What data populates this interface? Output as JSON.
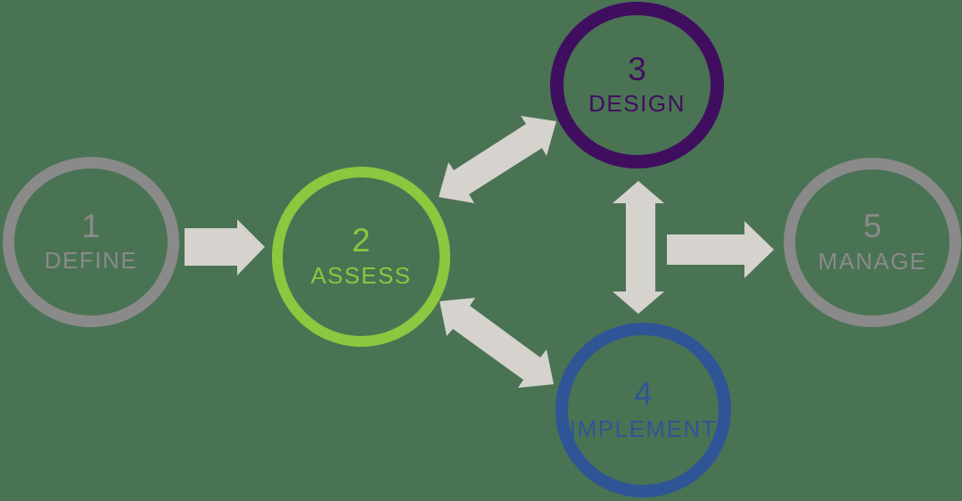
{
  "diagram": {
    "name": "five-stage-process-flow",
    "background_color": "#4a7354",
    "arrow_color": "#d6d3ce",
    "stages": [
      {
        "number": "1",
        "label": "DEFINE",
        "color": "#8a8a8a"
      },
      {
        "number": "2",
        "label": "ASSESS",
        "color": "#8dc63f"
      },
      {
        "number": "3",
        "label": "DESIGN",
        "color": "#400e5f"
      },
      {
        "number": "4",
        "label": "IMPLEMENT",
        "color": "#2f5597"
      },
      {
        "number": "5",
        "label": "MANAGE",
        "color": "#8a8a8a"
      }
    ],
    "arrows": [
      {
        "name": "define-to-assess",
        "from": "DEFINE",
        "to": "ASSESS",
        "bidirectional": false
      },
      {
        "name": "assess-design",
        "from": "ASSESS",
        "to": "DESIGN",
        "bidirectional": true
      },
      {
        "name": "assess-implement",
        "from": "ASSESS",
        "to": "IMPLEMENT",
        "bidirectional": true
      },
      {
        "name": "design-implement",
        "from": "DESIGN",
        "to": "IMPLEMENT",
        "bidirectional": true
      },
      {
        "name": "junction-to-manage",
        "from": "DESIGN/IMPLEMENT",
        "to": "MANAGE",
        "bidirectional": false
      }
    ]
  }
}
